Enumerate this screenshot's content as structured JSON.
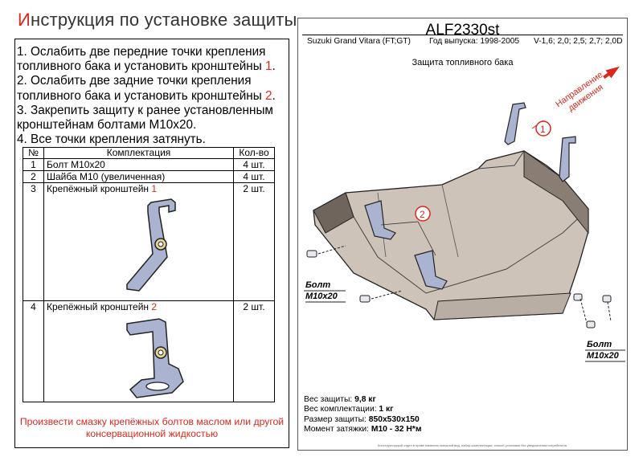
{
  "left": {
    "title_first": "И",
    "title_rest": "нструкция по установке защиты",
    "instructions": [
      {
        "text": "1. Ослабить две передние точки крепления топливного бака и установить кронштейны ",
        "num": "1",
        "end": "."
      },
      {
        "text": "2. Ослабить две задние точки крепления топливного бака и установить кронштейны ",
        "num": "2",
        "end": "."
      },
      {
        "text": "3. Закрепить защиту к ранее установленным кронштейнам болтами М10х20.",
        "num": "",
        "end": ""
      },
      {
        "text": "4. Все точки крепления затянуть.",
        "num": "",
        "end": ""
      }
    ],
    "table": {
      "headers": [
        "№",
        "Комплектация",
        "Кол-во"
      ],
      "rows": [
        {
          "n": "1",
          "name": "Болт М10х20",
          "suffix": "",
          "qty": "4 шт."
        },
        {
          "n": "2",
          "name": "Шайба М10 (увеличенная)",
          "suffix": "",
          "qty": "4 шт."
        },
        {
          "n": "3",
          "name": "Крепёжный кронштейн ",
          "suffix": "1",
          "qty": "2 шт."
        },
        {
          "n": "4",
          "name": "Крепёжный кронштейн ",
          "suffix": "2",
          "qty": "2 шт."
        }
      ]
    },
    "note": "Произвести смазку крепёжных болтов маслом или другой консервационной жидкостью"
  },
  "right": {
    "article": "ALF2330st",
    "car": "Suzuki Grand Vitara (FT;GT)",
    "year": "Год выпуска: 1998-2005",
    "engine": "V-1,6; 2,0; 2,5; 2,7; 2,0D",
    "product": "Защита топливного бака",
    "direction_line1": "Направление",
    "direction_line2": "движения",
    "callout1": "1",
    "callout2": "2",
    "bolt_left_1": "Болт",
    "bolt_left_2": "М10х20",
    "bolt_right_1": "Болт",
    "bolt_right_2": "М10х20",
    "specs": [
      {
        "k": "Вес защиты: ",
        "v": "9,8 кг"
      },
      {
        "k": "Вес комплектации: ",
        "v": "1 кг"
      },
      {
        "k": "Размер защиты: ",
        "v": "850х530х150"
      },
      {
        "k": "Момент затяжки:  ",
        "v": "М10 - 32 Н*м"
      }
    ],
    "footnote": "Конструкторский отдел в праве изменять внешний вид, набор комплектации, способ установки без уведомления потребителя"
  },
  "colors": {
    "accent_red": "#d9281d",
    "plate": "#cdc3b8",
    "plate_dark": "#7a6f66",
    "bracket": "#aab3cf"
  }
}
